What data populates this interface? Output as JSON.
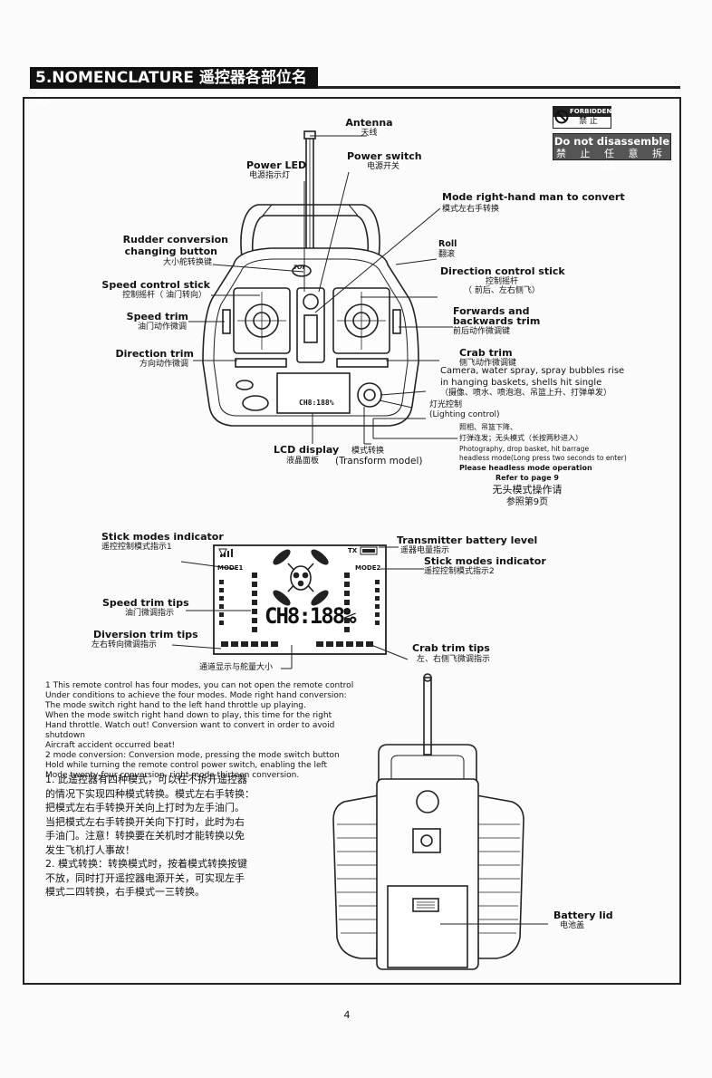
{
  "section_header": {
    "title": "5.NOMENCLATURE 遥控器各部位名称"
  },
  "warning": {
    "forbidden_label": "FORBIDDEN",
    "forbidden_zh": "禁 止",
    "disassemble_en": "Do not disassemble",
    "disassemble_zh": "禁 止 任 意 拆 解"
  },
  "top_labels": {
    "antenna_en": "Antenna",
    "antenna_zh": "天线",
    "power_led_en": "Power LED",
    "power_led_zh": "电源指示灯",
    "power_switch_en": "Power switch",
    "power_switch_zh": "电源开关",
    "mode_right_en": "Mode right-hand man to convert",
    "mode_right_zh": "模式左右手转换",
    "rudder_en_1": "Rudder conversion",
    "rudder_en_2": "changing button",
    "rudder_zh": "大小舵转换键",
    "roll_en": "Roll",
    "roll_zh": "翻滚",
    "dir_stick_en": "Direction control stick",
    "dir_stick_zh_1": "控制摇杆",
    "dir_stick_zh_2": "（ 前后、左右侧飞）",
    "speed_stick_en": "Speed control stick",
    "speed_stick_zh": "控制摇杆（ 油门转向）",
    "speed_trim_en": "Speed trim",
    "speed_trim_zh": "油门动作微调",
    "fwd_trim_en_1": "Forwards and",
    "fwd_trim_en_2": "backwards trim",
    "fwd_trim_zh": "前后动作微调键",
    "dir_trim_en": "Direction trim",
    "dir_trim_zh": "方向动作微调",
    "crab_trim_en": "Crab trim",
    "crab_trim_zh": "侧飞动作微调键",
    "camera_en_1": "Camera, water spray, spray bubbles rise",
    "camera_en_2": "in hanging baskets, shells hit single",
    "camera_zh": "（摄像、喷水、喷泡泡、吊篮上升、打弹单发）",
    "light_zh": "灯光控制",
    "light_en": "(Lighting control)",
    "photo_zh_1": "照相、吊篮下降、",
    "photo_zh_2": "打弹连发；无头模式（长按两秒进入）",
    "photo_en_1": "Photography, drop basket, hit barrage",
    "photo_en_2": "headless mode(Long press two seconds to enter)",
    "headless_en": "Please headless mode operation",
    "refer_en": "Refer to page 9",
    "headless_zh": "无头模式操作请",
    "refer_zh": "参照第9页",
    "lcd_en": "LCD display",
    "lcd_zh": "液晶面板",
    "transform_zh": "模式转换",
    "transform_en": "(Transform model)"
  },
  "controller_screen": {
    "brand": "TOY",
    "channel_text": "CH8:188%"
  },
  "lcd_labels": {
    "stick_modes_1_en": "Stick modes indicator",
    "stick_modes_1_zh": "遥控控制模式指示1",
    "battery_en": "Transmitter battery level",
    "battery_zh": "遥器电量指示",
    "stick_modes_2_en": "Stick modes indicator",
    "stick_modes_2_zh": "遥控控制模式指示2",
    "speed_tips_en": "Speed trim tips",
    "speed_tips_zh": "油门微调指示",
    "diversion_en": "Diversion trim tips",
    "diversion_zh": "左右转向微调指示",
    "crab_tips_en": "Crab trim tips",
    "crab_tips_zh": "左、右侧飞微调指示",
    "channel_zh": "通道显示与舵量大小"
  },
  "lcd_screen": {
    "mode1": "MODE1",
    "mode2": "MODE2",
    "tx": "TX",
    "channel": "CH8:188%"
  },
  "notes_en": [
    "1 This remote control has four modes, you can not open the remote control",
    "Under conditions to achieve the four modes. Mode right hand conversion:",
    "The mode switch right hand to the left hand throttle up playing.",
    "When the mode switch right hand down to play, this time for the right",
    "Hand throttle. Watch out! Conversion want to convert in order to avoid shutdown",
    "Aircraft accident occurred beat!",
    "2 mode conversion: Conversion mode, pressing the mode switch button",
    "Hold while turning the remote control power switch, enabling the left",
    "Mode twenty-four conversion, right mode thirteen conversion."
  ],
  "notes_zh": [
    "1. 此遥控器有四种模式，可以在不拆开遥控器",
    "的情况下实现四种模式转换。模式左右手转换：",
    "把模式左右手转换开关向上打时为左手油门。",
    "当把模式左右手转换开关向下打时，此时为右",
    "手油门。注意！转换要在关机时才能转换以免",
    "发生飞机打人事故！",
    "2. 模式转换：转换模式时，按着模式转换按键",
    "不放，同时打开遥控器电源开关，可实现左手",
    "模式二四转换，右手模式一三转换。"
  ],
  "battery_lid": {
    "en": "Battery lid",
    "zh": "电池盖"
  },
  "page_number": "4"
}
